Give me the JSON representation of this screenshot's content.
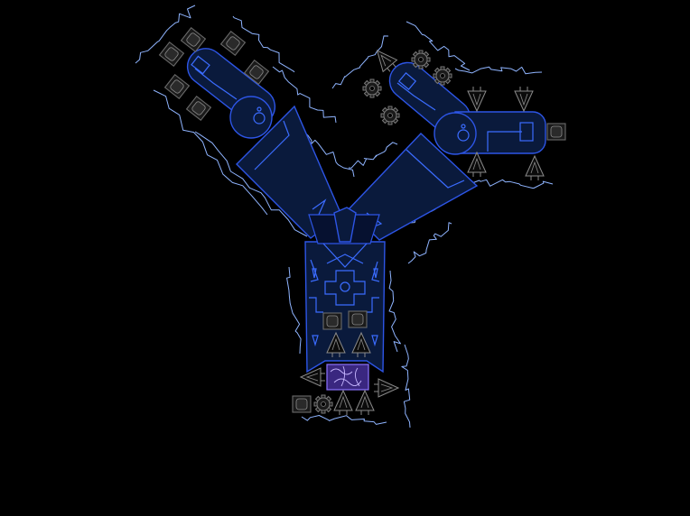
{
  "palette": {
    "background": "#000000",
    "hull_fill": "#0a1a3c",
    "hull_stroke": "#2d55e6",
    "module_fill": "#1a1a1a",
    "module_stroke": "#6a6a6a",
    "lightning": "#8fb4ff",
    "core": "#5a3fb0"
  },
  "ship": {
    "parts": [
      "stem-hull",
      "left-arm-wing",
      "right-arm-wing",
      "left-cannon-pod",
      "right-cannon-pod",
      "reactor-core"
    ],
    "icons": [
      "cannon-module-icon",
      "spike-turret-icon",
      "gear-module-icon",
      "lightning-field-icon",
      "reactor-core-icon"
    ]
  }
}
